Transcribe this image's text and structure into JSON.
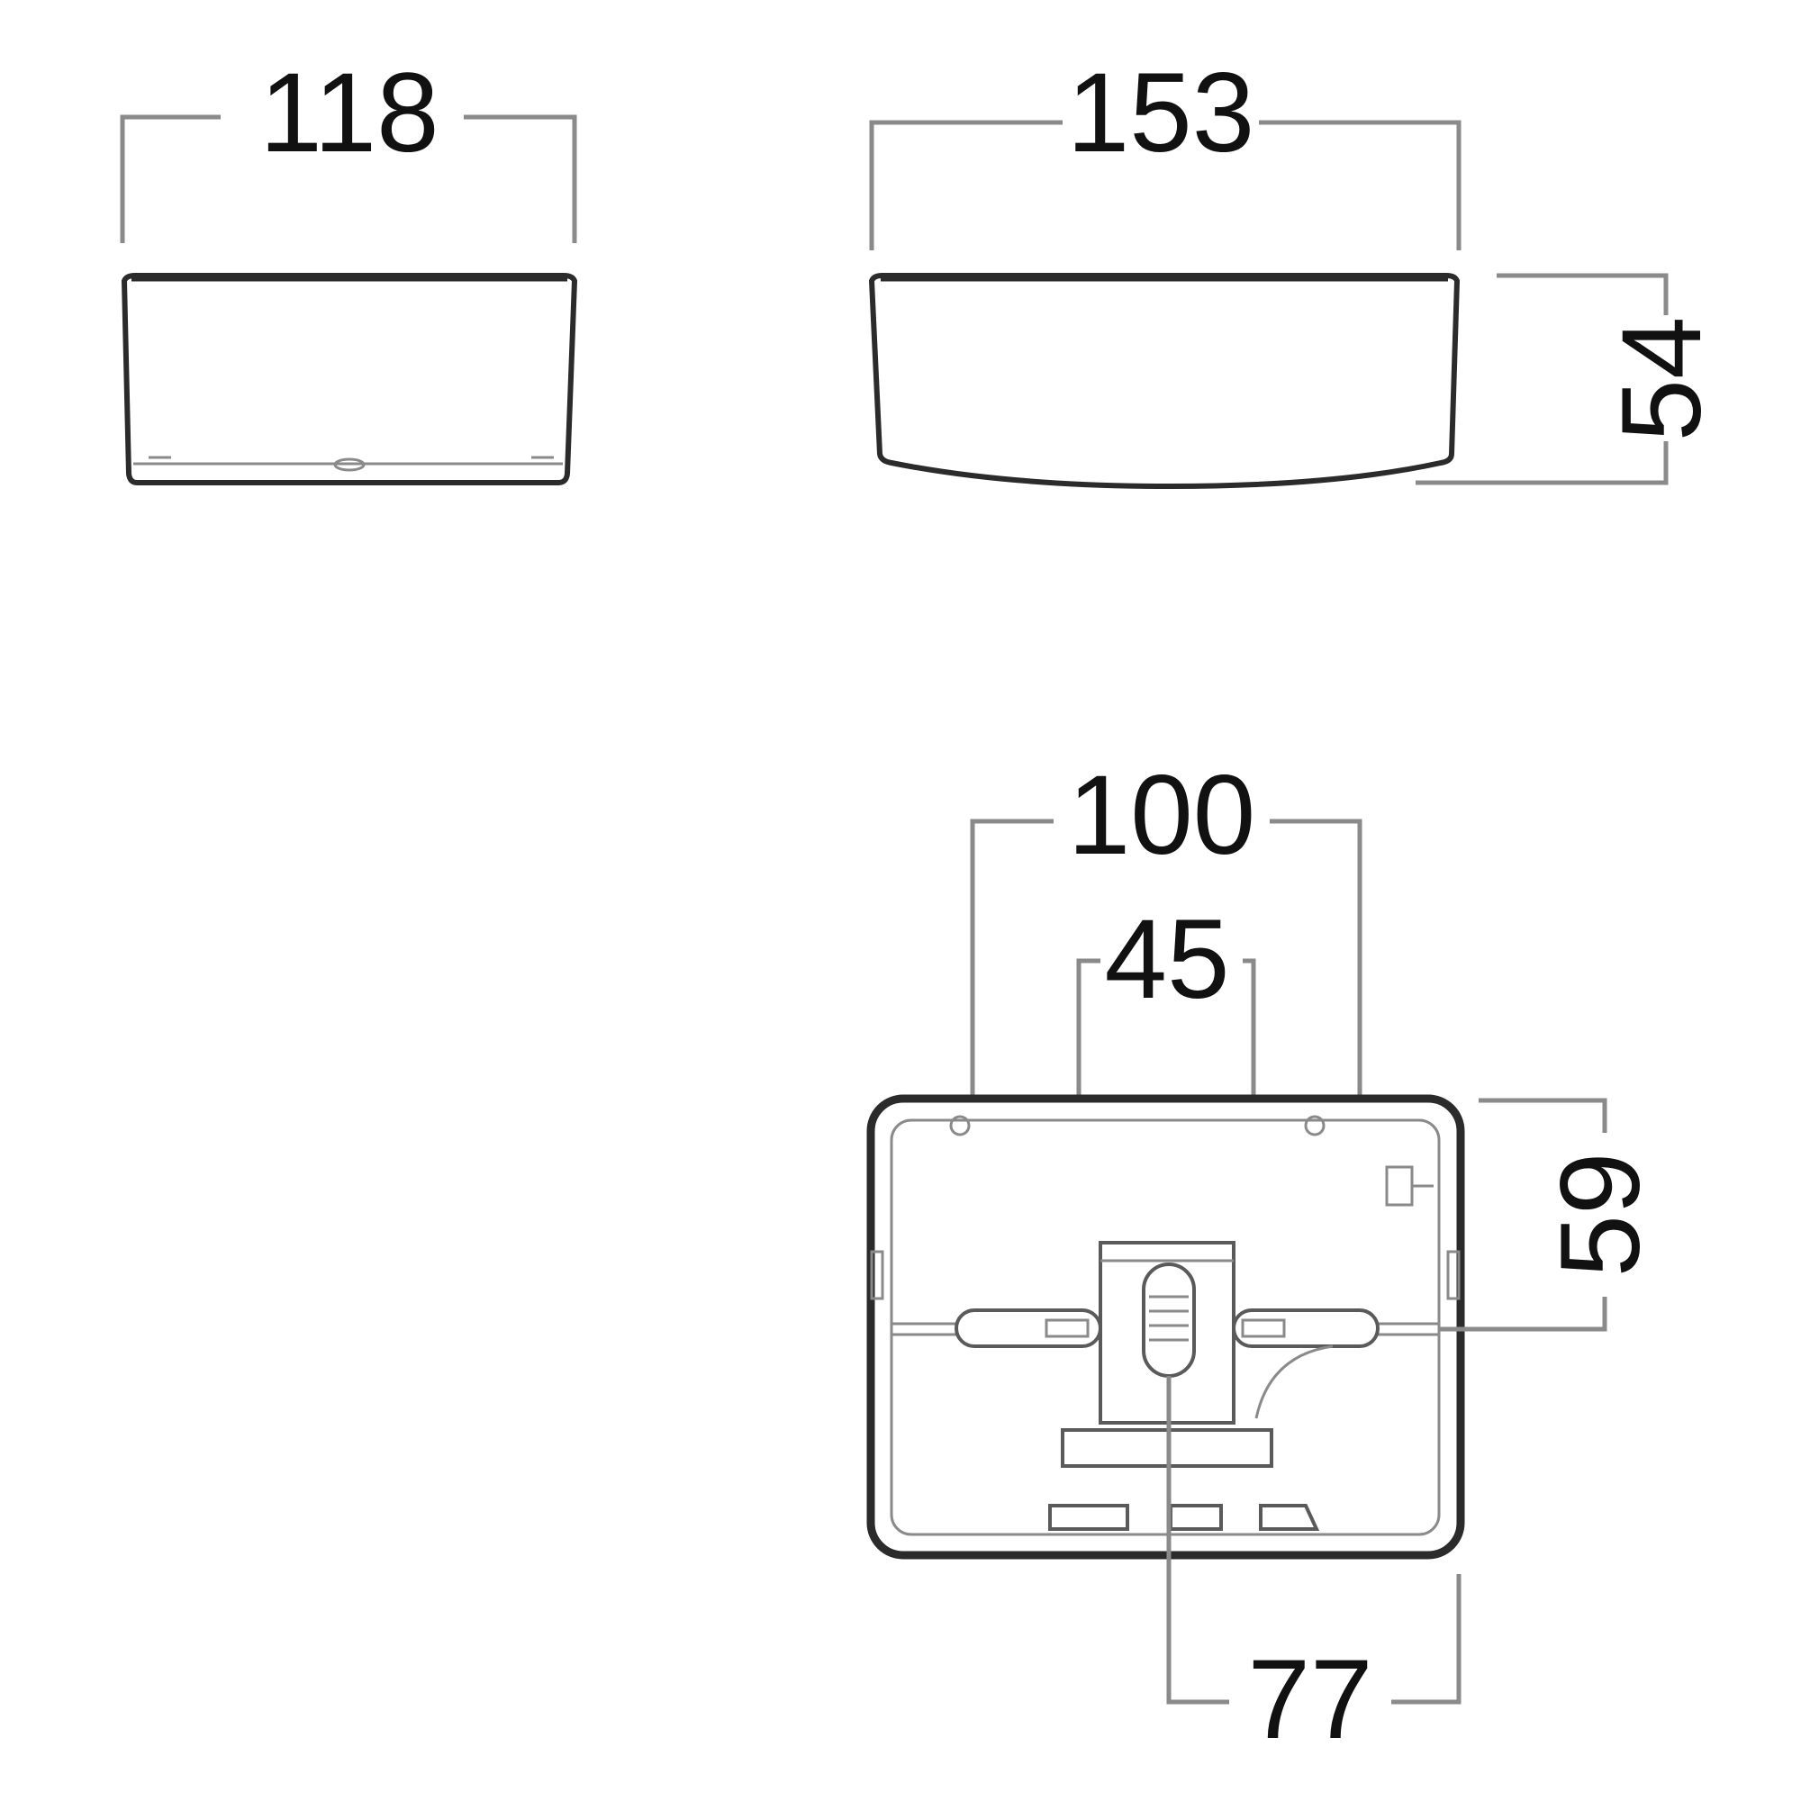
{
  "dimensions": {
    "side_width": "118",
    "front_width": "153",
    "height": "54",
    "mount_spacing_outer": "100",
    "mount_spacing_inner": "45",
    "mount_height": "59",
    "cable_offset": "77"
  }
}
